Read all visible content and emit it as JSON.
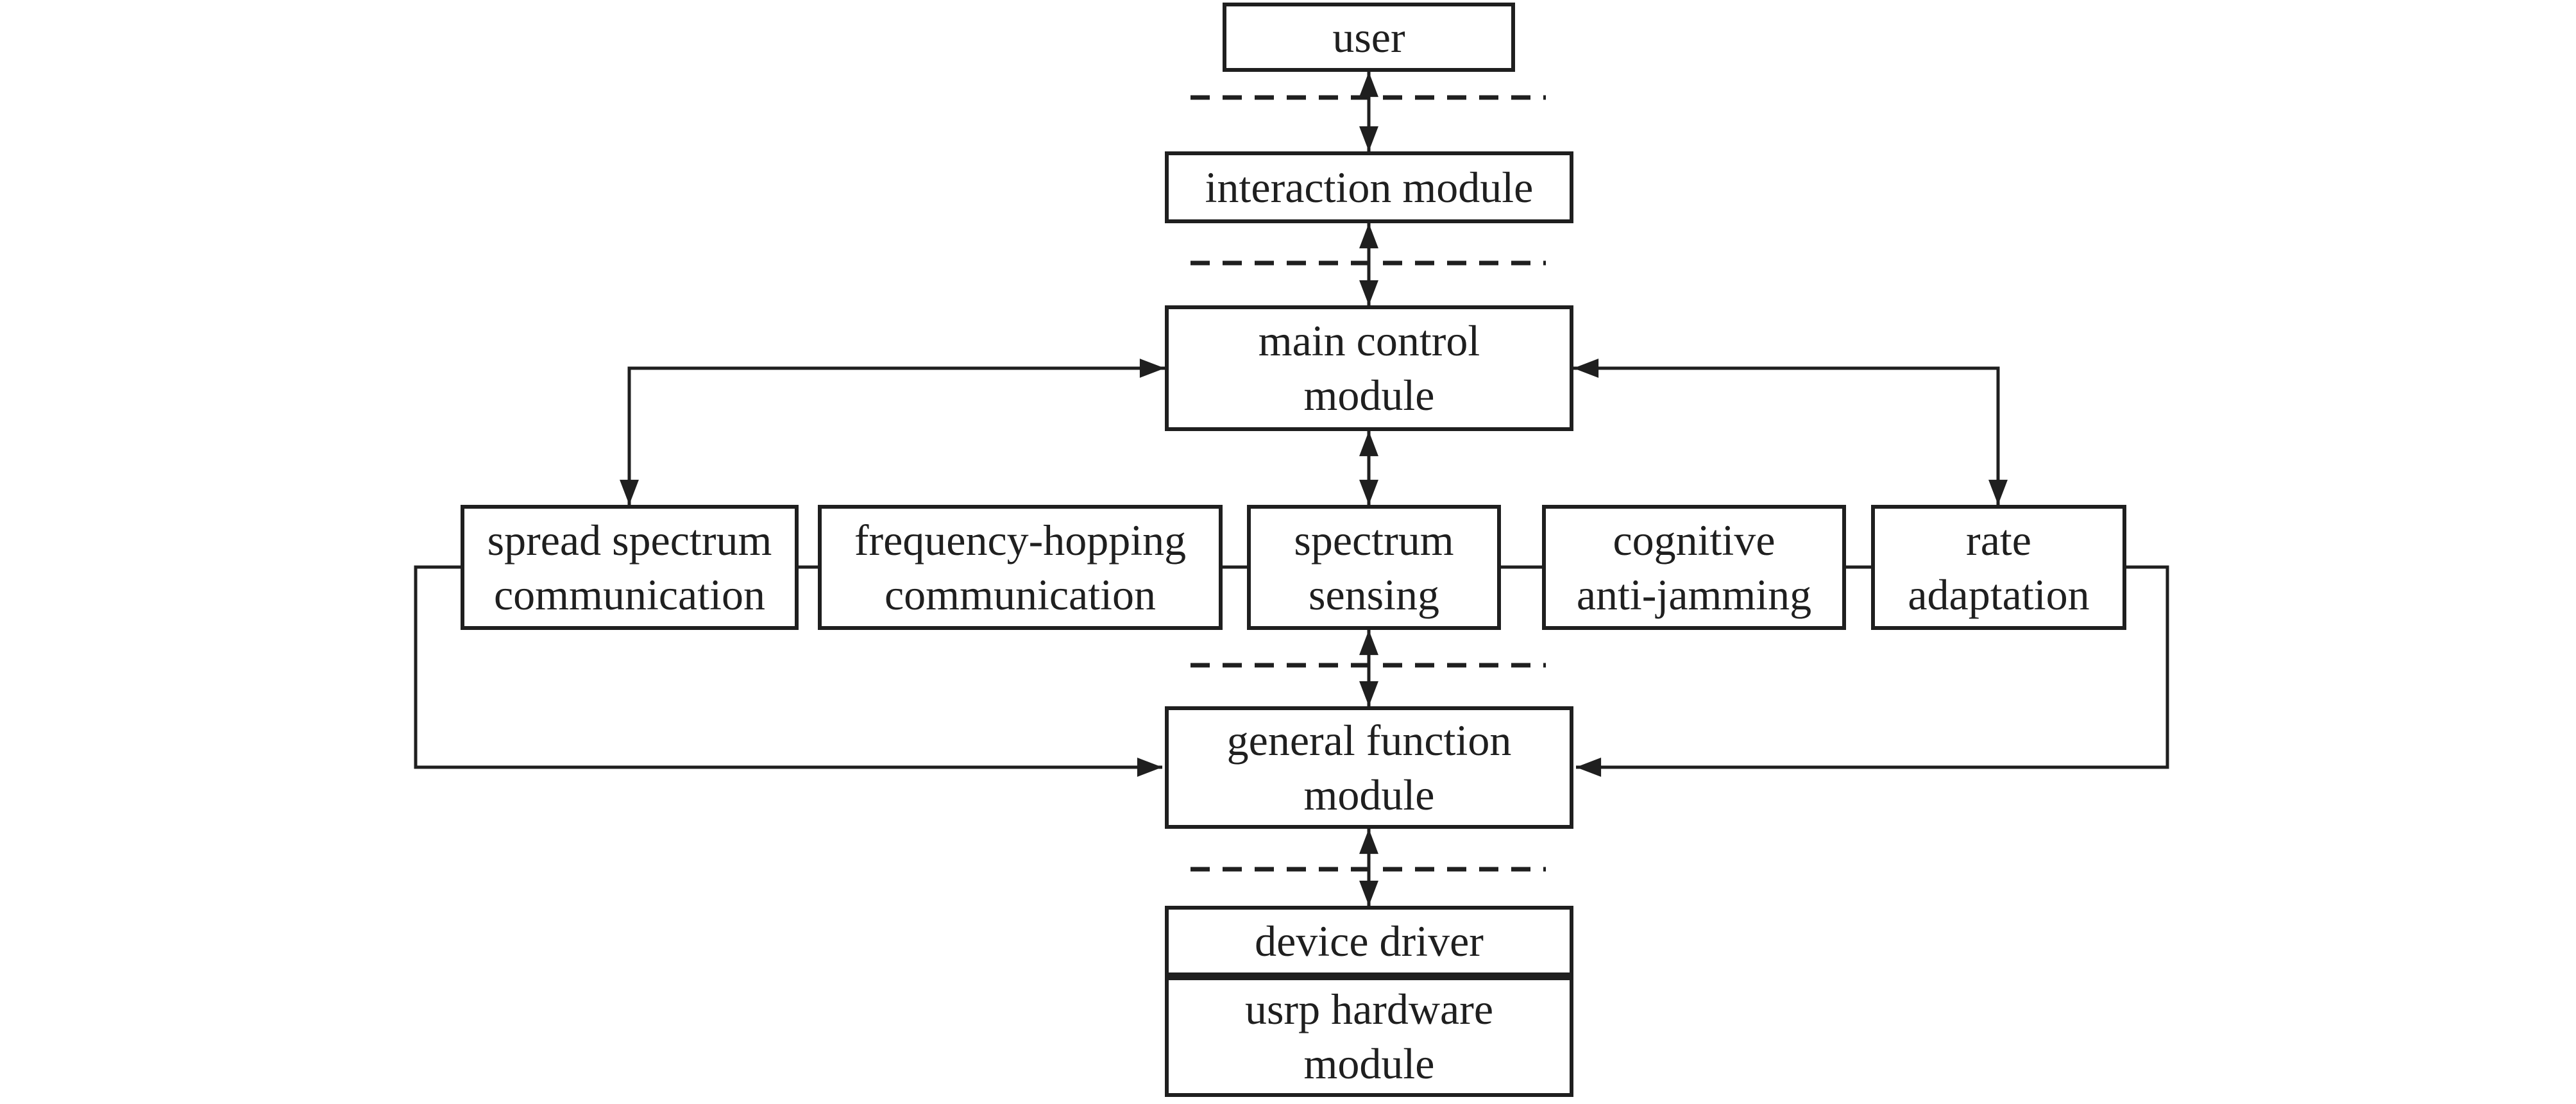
{
  "diagram": {
    "nodes": {
      "user": {
        "lines": [
          "user"
        ]
      },
      "interaction": {
        "lines": [
          "interaction module"
        ]
      },
      "main_control": {
        "lines": [
          "main control",
          "module"
        ]
      },
      "spread_spectrum": {
        "lines": [
          "spread spectrum",
          "communication"
        ]
      },
      "frequency_hopping": {
        "lines": [
          "frequency-hopping",
          "communication"
        ]
      },
      "spectrum_sensing": {
        "lines": [
          "spectrum",
          "sensing"
        ]
      },
      "cognitive": {
        "lines": [
          "cognitive",
          "anti-jamming"
        ]
      },
      "rate_adaptation": {
        "lines": [
          "rate",
          "adaptation"
        ]
      },
      "general_function": {
        "lines": [
          "general function",
          "module"
        ]
      },
      "device_driver": {
        "lines": [
          "device driver"
        ]
      },
      "usrp_hardware": {
        "lines": [
          "usrp hardware",
          "module"
        ]
      }
    },
    "colors": {
      "stroke": "#1f1f1f",
      "text": "#1f1f1f",
      "background": "#ffffff"
    }
  }
}
